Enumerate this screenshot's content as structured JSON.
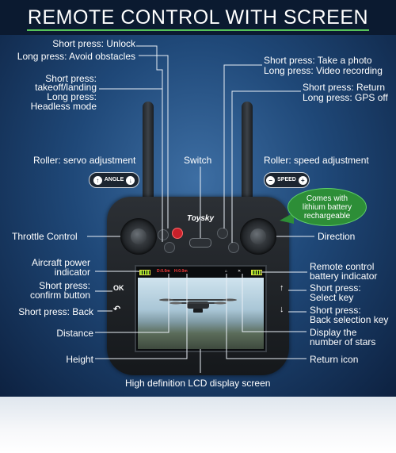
{
  "title": "REMOTE CONTROL WITH SCREEN",
  "brand": "Toysky",
  "bubble": {
    "line1": "Comes with",
    "line2": "lithium battery",
    "line3": "rechargeable"
  },
  "pills": {
    "angle": "ANGLE",
    "speed": "SPEED"
  },
  "left_labels": {
    "unlock": "Short press: Unlock",
    "avoid": "Long press: Avoid obstacles",
    "takeoff1": "Short press:",
    "takeoff2": "takeoff/landing",
    "headless1": "Long press:",
    "headless2": "Headless mode",
    "servo": "Roller: servo adjustment",
    "throttle": "Throttle Control",
    "power1": "Aircraft power",
    "power2": "indicator",
    "confirm1": "Short press:",
    "confirm2": "confirm button",
    "back": "Short press: Back",
    "distance": "Distance",
    "height": "Height"
  },
  "center_labels": {
    "switch": "Switch",
    "lcd": "High definition LCD display screen"
  },
  "right_labels": {
    "photo": "Short press: Take a photo",
    "video": "Long press: Video recording",
    "return": "Short press: Return",
    "gps": "Long press: GPS off",
    "speed": "Roller: speed adjustment",
    "direction": "Direction",
    "rc1": "Remote control",
    "rc2": "battery indicator",
    "select1": "Short press:",
    "select2": "Select key",
    "backsel1": "Short press:",
    "backsel2": "Back selection key",
    "stars1": "Display the",
    "stars2": "number of stars",
    "returnicon": "Return icon"
  },
  "screen_osd": {
    "distance": "D:0.0m",
    "height": "H:0.0m"
  },
  "side_keys": {
    "ok": "OK",
    "back": "↶",
    "up": "↑",
    "down": "↓"
  },
  "colors": {
    "accent": "#56c35a",
    "bubble": "#2d8e37",
    "panel": "#1f4878",
    "header": "#0b1a30"
  }
}
